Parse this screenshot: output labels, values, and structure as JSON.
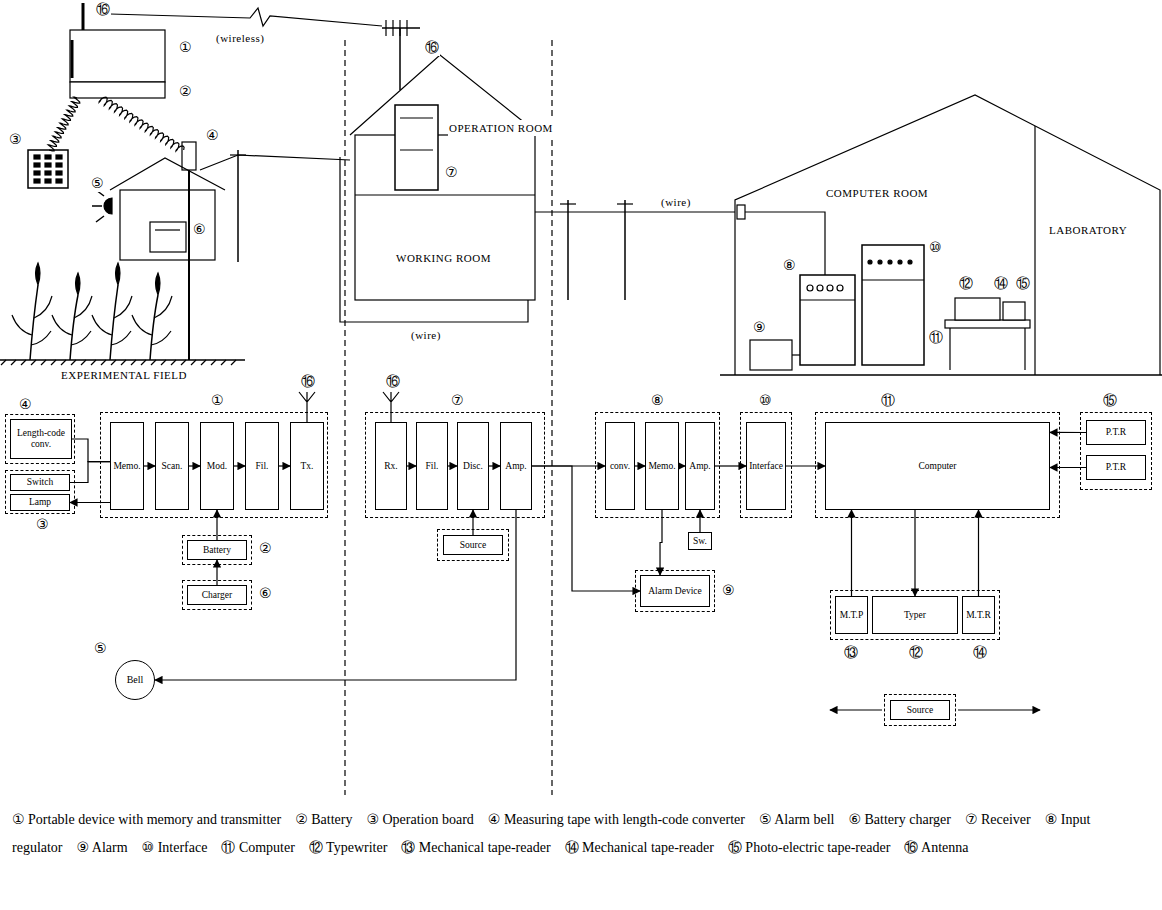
{
  "diagram": {
    "nodes": [
      {
        "text": [
          "④"
        ]
      },
      {
        "text": [
          "Length-code conv."
        ],
        "in": 0
      },
      {
        "text": [
          "③"
        ]
      },
      {
        "text": [
          "Switch"
        ],
        "in": 2
      },
      {
        "text": [
          "Lamp"
        ],
        "in": 2
      },
      {
        "text": [
          "①"
        ]
      },
      {
        "text": [
          "Memo."
        ],
        "in": 5
      },
      {
        "text": [
          "Scan."
        ],
        "in": 5
      },
      {
        "text": [
          "Mod."
        ],
        "in": 5
      },
      {
        "text": [
          "Fil."
        ],
        "in": 5
      },
      {
        "text": [
          "Tx."
        ],
        "in": 5
      },
      {
        "text": [
          "②"
        ]
      },
      {
        "text": [
          "Battery"
        ],
        "in": 11
      },
      {
        "text": [
          "⑥"
        ]
      },
      {
        "text": [
          "Charger"
        ],
        "in": 13
      },
      {
        "text": [
          "⑤",
          "Bell"
        ]
      },
      {
        "text": [
          "⑦"
        ]
      },
      {
        "text": [
          "Rx."
        ],
        "in": 16
      },
      {
        "text": [
          "Fil."
        ],
        "in": 16
      },
      {
        "text": [
          "Disc."
        ],
        "in": 16
      },
      {
        "text": [
          "Amp."
        ],
        "in": 16
      },
      {
        "text": [
          "Source"
        ]
      },
      {
        "text": [
          "⑧"
        ]
      },
      {
        "text": [
          "conv."
        ],
        "in": 22
      },
      {
        "text": [
          "Memo."
        ],
        "in": 22
      },
      {
        "text": [
          "Amp."
        ],
        "in": 22
      },
      {
        "text": [
          "Sw."
        ]
      },
      {
        "text": [
          "⑨"
        ]
      },
      {
        "text": [
          "Alarm Device"
        ],
        "in": 27
      },
      {
        "text": [
          "⑩"
        ]
      },
      {
        "text": [
          "Interface"
        ],
        "in": 29
      },
      {
        "text": [
          "⑪"
        ]
      },
      {
        "text": [
          "Computer"
        ],
        "in": 31
      },
      {
        "text": [
          "⑮"
        ]
      },
      {
        "text": [
          "P.T.R"
        ],
        "in": 33
      },
      {
        "text": [
          "P.T.R"
        ],
        "in": 33
      },
      {
        "text": [
          "⑬",
          "⑫",
          "⑭"
        ]
      },
      {
        "text": [
          "M.T.P"
        ],
        "in": 36
      },
      {
        "text": [
          "Typer"
        ],
        "in": 36
      },
      {
        "text": [
          "M.T.R"
        ],
        "in": 36
      },
      {
        "text": [
          "Source"
        ]
      }
    ],
    "edges": [
      {
        "from": 1,
        "to": 6,
        "arrow": "none"
      },
      {
        "from": 3,
        "to": 6,
        "arrow": "none"
      },
      {
        "from": 6,
        "to": 4,
        "arrow": "to"
      },
      {
        "from": 6,
        "to": 7,
        "arrow": "to"
      },
      {
        "from": 7,
        "to": 8,
        "arrow": "to"
      },
      {
        "from": 8,
        "to": 9,
        "arrow": "to"
      },
      {
        "from": 9,
        "to": 10,
        "arrow": "to"
      },
      {
        "from": 12,
        "to": 8,
        "arrow": "to"
      },
      {
        "from": 14,
        "to": 12,
        "arrow": "to"
      },
      {
        "from": 20,
        "to": 15,
        "arrow": "to"
      },
      {
        "from": 20,
        "to": 23,
        "arrow": "to"
      },
      {
        "from": 20,
        "to": 28,
        "arrow": "to"
      },
      {
        "from": 21,
        "to": 19,
        "arrow": "to"
      },
      {
        "from": 17,
        "to": 18,
        "arrow": "to"
      },
      {
        "from": 18,
        "to": 19,
        "arrow": "to"
      },
      {
        "from": 19,
        "to": 20,
        "arrow": "to"
      },
      {
        "from": 23,
        "to": 24,
        "arrow": "to"
      },
      {
        "from": 24,
        "to": 25,
        "arrow": "to"
      },
      {
        "from": 26,
        "to": 25,
        "arrow": "to"
      },
      {
        "from": 24,
        "to": 28,
        "arrow": "to"
      },
      {
        "from": 25,
        "to": 30,
        "arrow": "to"
      },
      {
        "from": 30,
        "to": 32,
        "arrow": "to"
      },
      {
        "from": 34,
        "to": 32,
        "arrow": "to"
      },
      {
        "from": 35,
        "to": 32,
        "arrow": "to"
      },
      {
        "from": 37,
        "to": 32,
        "arrow": "to"
      },
      {
        "from": 32,
        "to": 38,
        "arrow": "to"
      },
      {
        "from": 39,
        "to": 32,
        "arrow": "to"
      }
    ],
    "labels": [
      "⑯",
      "①",
      "②",
      "③",
      "④",
      "⑤",
      "⑥",
      "(wireless)",
      "⑯",
      "⑦",
      "OPERATION ROOM",
      "WORKING ROOM",
      "(wire)",
      "(wire)",
      "COMPUTER ROOM",
      "LABORATORY",
      "⑧",
      "⑨",
      "⑩",
      "⑪",
      "⑫",
      "⑭",
      "⑮",
      "EXPERIMENTAL FIELD",
      "⑯",
      "⑯",
      "① Portable device with memory and transmitter",
      "② Battery",
      "③ Operation board",
      "④ Measuring tape with length-code converter",
      "⑤ Alarm bell",
      "⑥ Battery charger",
      "⑦ Receiver",
      "⑧ Input regulator",
      "⑨ Alarm",
      "⑩ Interface",
      "⑪ Computer",
      "⑫ Typewriter",
      "⑬ Mechanical tape-reader",
      "⑭ Mechanical tape-reader",
      "⑮ Photo-electric tape-reader",
      "⑯ Antenna"
    ]
  }
}
